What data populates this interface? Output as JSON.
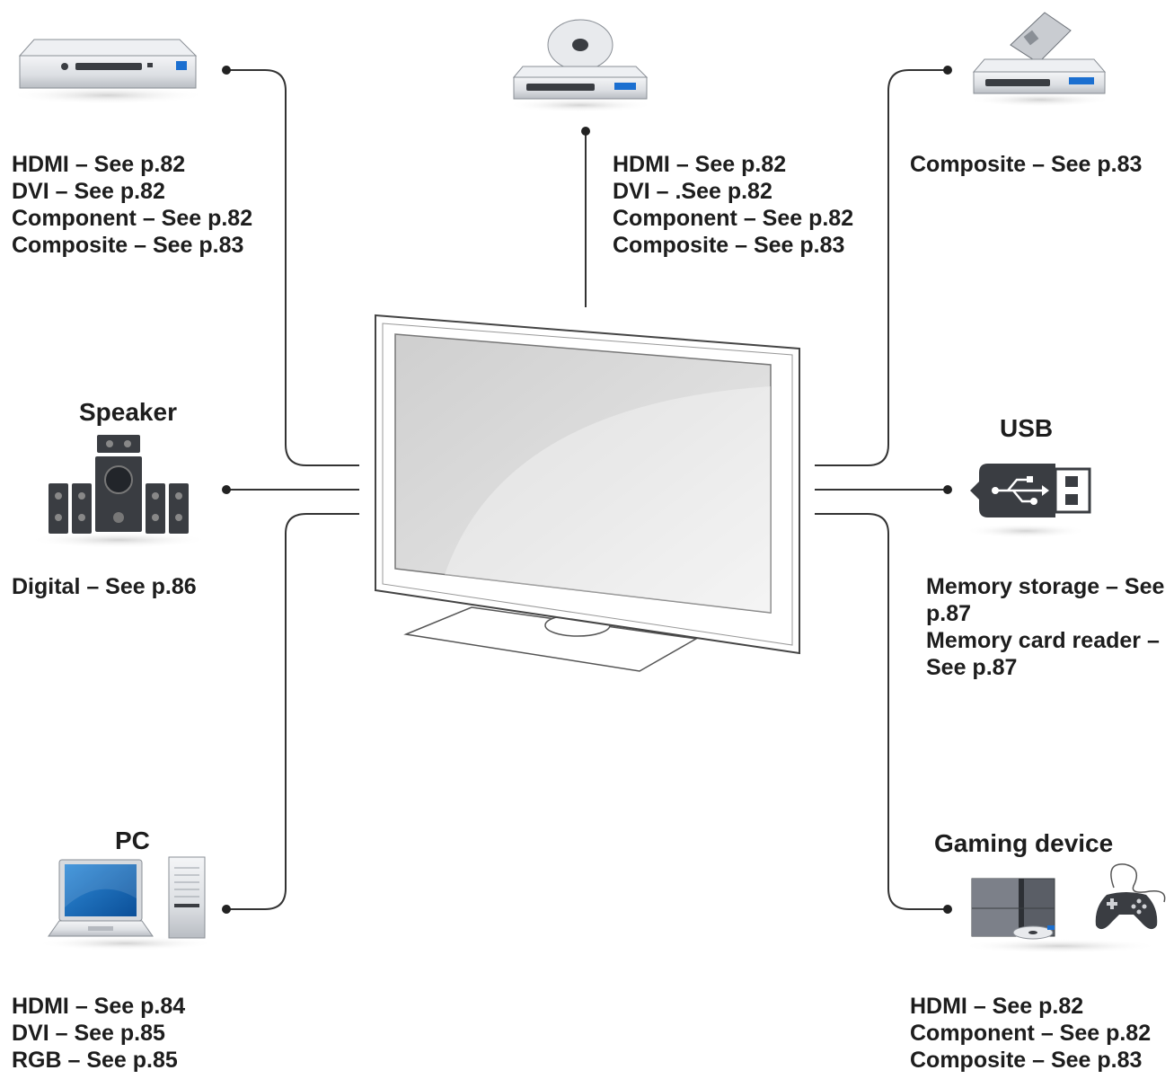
{
  "colors": {
    "line": "#333333",
    "text": "#1d1d1d",
    "device_silver": "#e4e6ea",
    "device_dark": "#3a3d42",
    "screen_grey": "#d4d4d4",
    "accent_blue": "#1b6fd0"
  },
  "icons": {
    "top_left": "set-top-box-icon",
    "top_center": "dvd-player-icon",
    "top_right": "vcr-icon",
    "speaker": "speaker-system-icon",
    "usb": "usb-drive-icon",
    "pc": "laptop-and-tower-icon",
    "gaming": "game-console-and-controller-icon",
    "center": "tv-icon"
  },
  "set_top_box": {
    "lines": [
      "HDMI – See p.82",
      "DVI – See p.82",
      "Component – See p.82",
      "Composite – See p.83"
    ]
  },
  "dvd_player": {
    "lines": [
      "HDMI – See p.82",
      "DVI – .See p.82",
      "Component – See p.82",
      "Composite – See p.83"
    ]
  },
  "vcr": {
    "lines": [
      "Composite – See p.83"
    ]
  },
  "speaker": {
    "title": "Speaker",
    "lines": [
      "Digital – See p.86"
    ]
  },
  "usb": {
    "title": "USB",
    "lines": [
      "Memory storage – See p.87",
      "Memory card reader – See p.87"
    ]
  },
  "pc": {
    "title": "PC",
    "lines": [
      "HDMI – See p.84",
      "DVI – See p.85",
      "RGB – See p.85"
    ]
  },
  "gaming": {
    "title": "Gaming device",
    "lines": [
      "HDMI – See p.82",
      "Component – See p.82",
      "Composite – See p.83"
    ]
  }
}
